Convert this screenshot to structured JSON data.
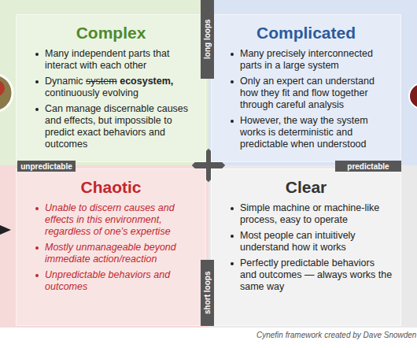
{
  "diagram": {
    "caption": "Cynefin framework created by Dave Snowden",
    "nodes": [
      {
        "text": [
          "Complex",
          "Many independent parts that interact with each other",
          "Dynamic system ecosystem, continuously evolving",
          "Can manage discernable causes and effects, but impossible to predict exact behaviors and outcomes"
        ]
      },
      {
        "text": [
          "Complicated",
          "Many precisely interconnected parts in a large system",
          "Only an expert can understand how they fit and flow together through careful analysis",
          "However, the way the system works is deterministic and predictable when understood"
        ]
      },
      {
        "text": [
          "Chaotic",
          "Unable to discern causes and effects in this environment, regardless of one’s expertise",
          "Mostly unmanageable beyond immediate action/reaction",
          "Unpredictable behaviors and outcomes"
        ]
      },
      {
        "text": [
          "Clear",
          "Simple machine or machine-like process, easy to operate",
          "Most people can intuitively understand how it works",
          "Perfectly predictable behaviors and outcomes — always works the same way"
        ]
      }
    ],
    "labels": [
      "long loops",
      "unpredictable",
      "predictable",
      "short loops"
    ]
  }
}
